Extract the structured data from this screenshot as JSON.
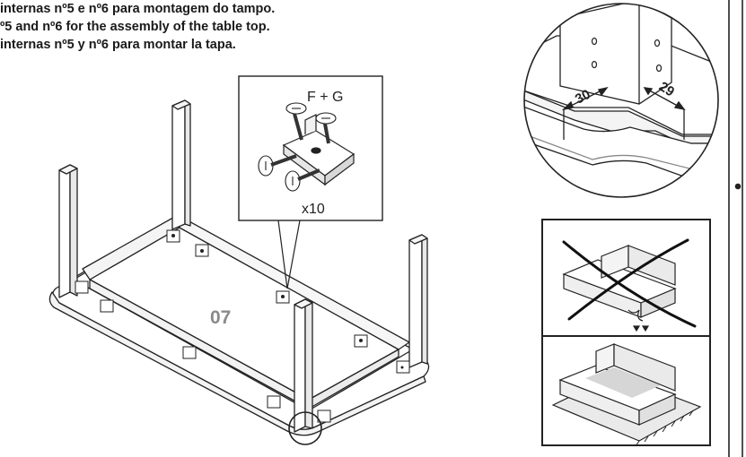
{
  "instructions": [
    "internas nº5 e nº6 para montagem do tampo.",
    "º5 and nº6 for the assembly of the table top.",
    "internas nº5 y nº6 para montar la tapa."
  ],
  "step_number": "07",
  "callout": {
    "parts_label": "F + G",
    "quantity_label": "x10"
  },
  "detail": {
    "dimension_left": "30",
    "dimension_right": "29"
  }
}
